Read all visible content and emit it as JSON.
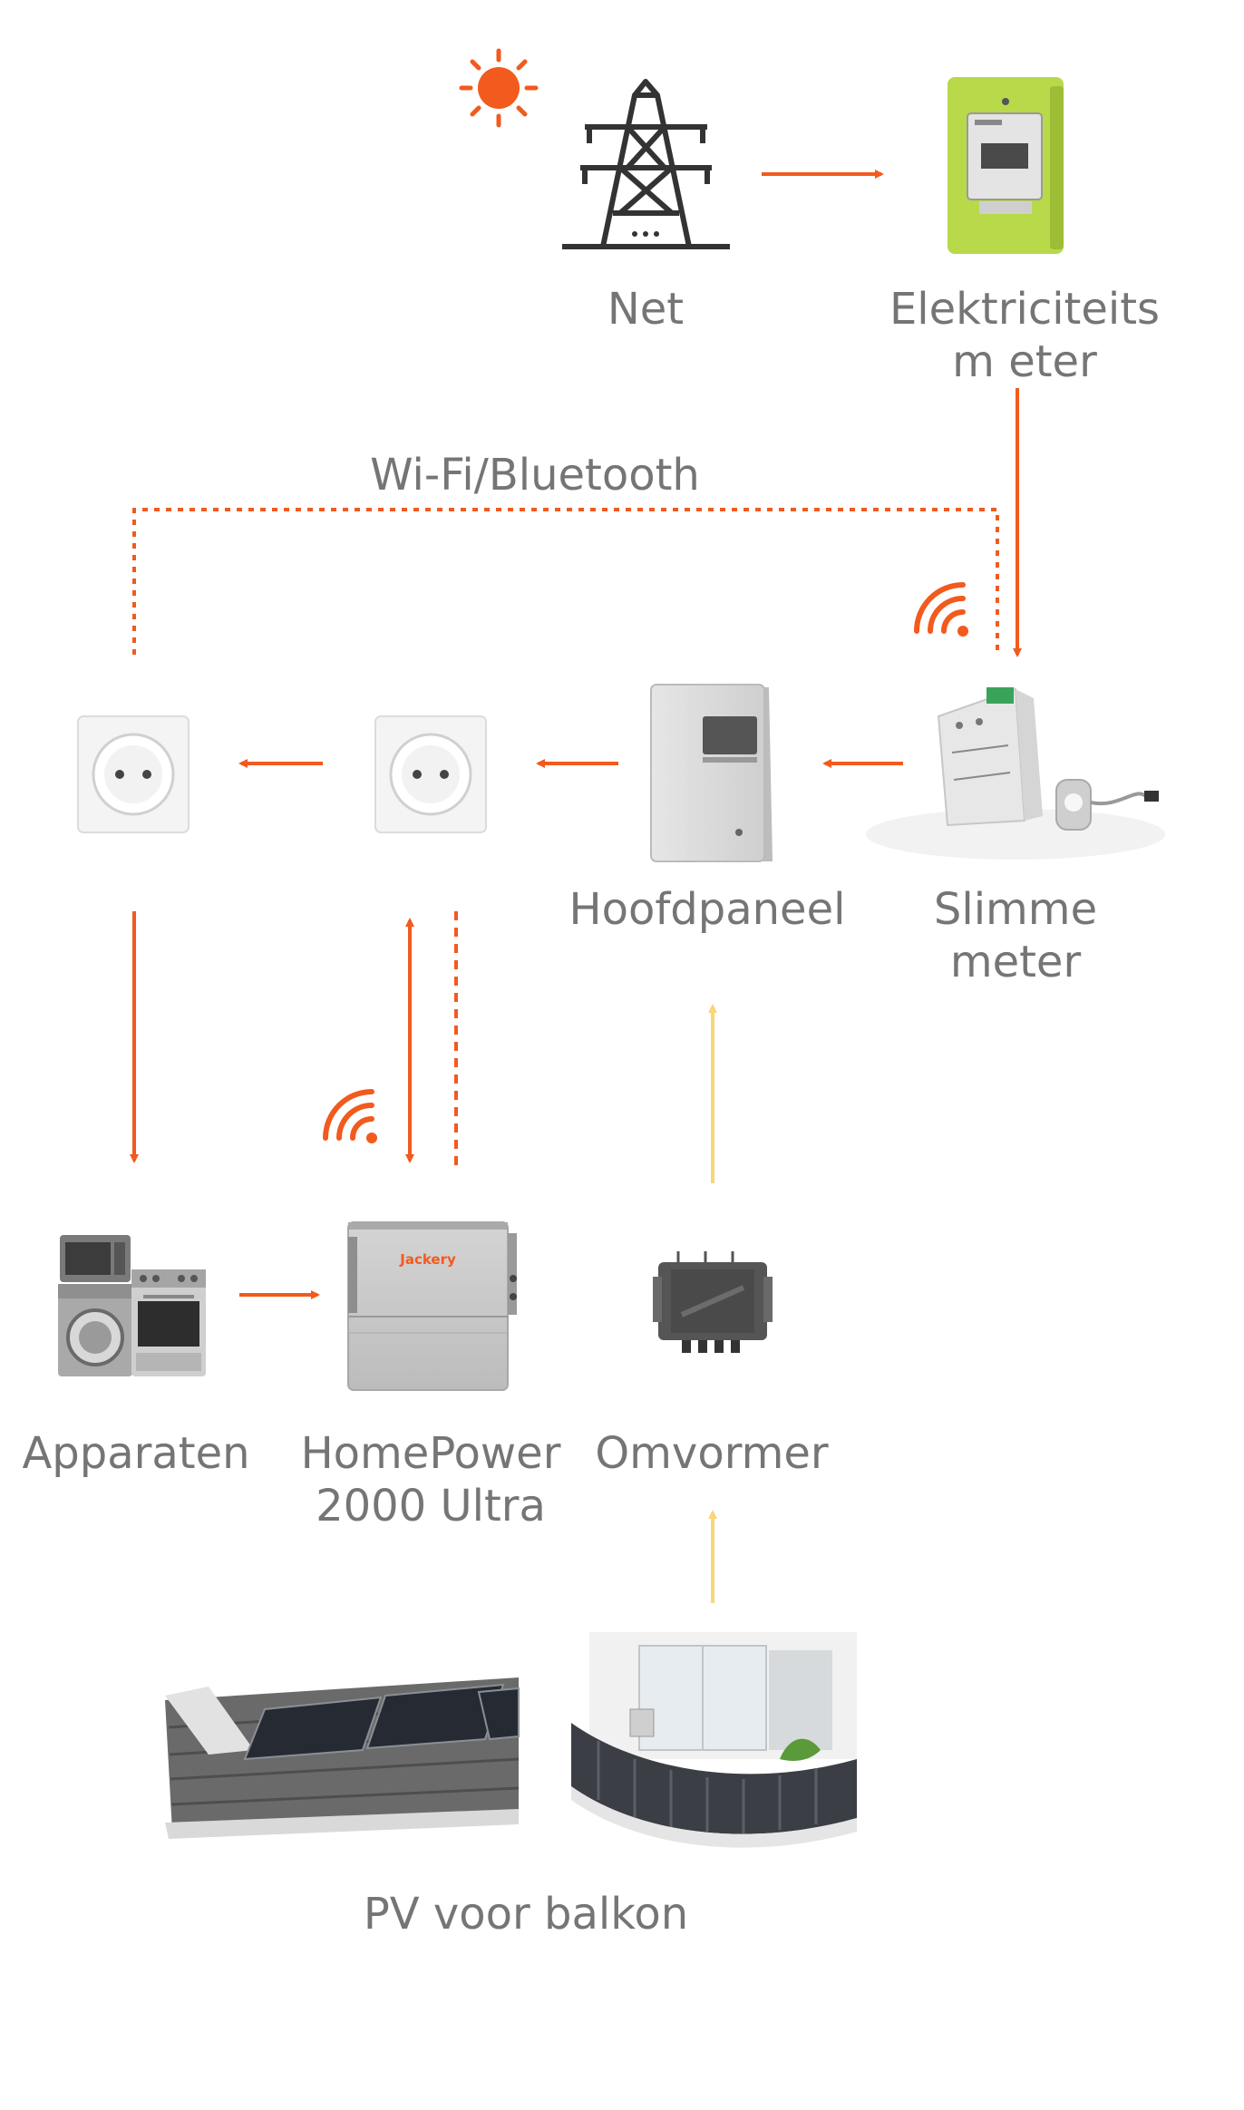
{
  "colors": {
    "accent": "#F25A1E",
    "solar_flow": "#F9D67A",
    "label": "#757575",
    "meter_green": "#B7D94A"
  },
  "nodes": {
    "grid": {
      "label": "Net",
      "icon": "transmission-tower-icon"
    },
    "electricity_meter": {
      "label": "Elektriciteitsm eter",
      "icon": "electricity-meter-icon"
    },
    "main_panel": {
      "label": "Hoofdpaneel",
      "icon": "distribution-panel-icon"
    },
    "smart_meter": {
      "label": "Slimme meter",
      "icon": "smart-meter-icon"
    },
    "appliances": {
      "label": "Apparaten",
      "icon": "appliances-icon"
    },
    "homepower": {
      "label": "HomePower 2000 Ultra",
      "brand": "Jackery",
      "icon": "home-battery-icon"
    },
    "inverter": {
      "label": "Omvormer",
      "icon": "micro-inverter-icon"
    },
    "pv": {
      "label": "PV voor balkon",
      "icon": "solar-panels-icon"
    }
  },
  "connections": {
    "wireless_label": "Wi-Fi/Bluetooth"
  },
  "icons": {
    "sun": "sun-icon",
    "wifi": "wifi-signal-icon",
    "socket": "wall-socket-icon"
  }
}
